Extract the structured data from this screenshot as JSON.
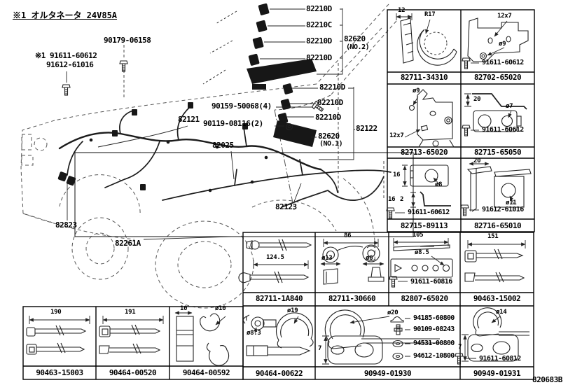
{
  "doc_code": "820683B",
  "colors": {
    "ink": "#111111",
    "background": "#ffffff"
  },
  "diagram": {
    "note": "※1 オルタネータ 24V85A",
    "labels": {
      "bolt_top": "90179-06158",
      "alt_bolt1": "※1 91611-60612",
      "alt_bolt2": "91612-61016",
      "conn1": "82210D",
      "conn2": "82210C",
      "conn3": "82210D",
      "conn4": "82210D",
      "grp2": "82620",
      "grp2_no": "(NO.2)",
      "conn5": "82210D",
      "conn6": "82210D",
      "conn7": "82210D",
      "grp1": "82620",
      "grp1_no": "(NO.1)",
      "harness_assy": "82122",
      "screw": "90159-50068(4)",
      "harness2": "82121",
      "bolt2": "90119-08116(2)",
      "wire": "82025",
      "pipe": "82123",
      "fender_conn": "82823",
      "panel": "82261A"
    }
  },
  "right_panel": {
    "rows": [
      {
        "cells": [
          {
            "part": "82711-34310",
            "d1": "12",
            "d2": "R17"
          },
          {
            "part": "82702-65020",
            "d1": "12x7",
            "d2": "ø9",
            "bolt": "91611-60612"
          }
        ]
      },
      {
        "cells": [
          {
            "part": "82713-65020",
            "d1": "ø9",
            "d2": "12x7"
          },
          {
            "part": "82715-65050",
            "d1": "20",
            "d2": "ø7",
            "bolt": "91611-60612"
          }
        ]
      },
      {
        "cells": [
          {
            "part": "82715-89113",
            "d1": "16",
            "d2": "ø8",
            "d3": "16",
            "d4": "2",
            "bolt": "91611-60612"
          },
          {
            "part": "82716-65010",
            "d1": "20",
            "d2": "ø11",
            "bolt": "91612-61016"
          }
        ]
      }
    ]
  },
  "mid_grid": {
    "cells": [
      {
        "part": "82711-1A840",
        "d1": "124.5"
      },
      {
        "part": "82711-30660",
        "d1": "86",
        "d2": "ø13",
        "d3": "ø6"
      },
      {
        "part": "82807-65020",
        "d1": "105",
        "d2": "ø8.5",
        "bolt": "91611-60816"
      },
      {
        "part": "90463-15002",
        "d1": "151"
      }
    ]
  },
  "bottom_left_grid": {
    "cells": [
      {
        "part": "90463-15003",
        "d1": "190"
      },
      {
        "part": "90464-00520",
        "d1": "191"
      },
      {
        "part": "90464-00592",
        "d1": "10",
        "d2": "ø10"
      }
    ]
  },
  "bottom_right_grid": {
    "cells": [
      {
        "part": "90464-00622",
        "d1": "ø19",
        "d2": "ø8.3"
      },
      {
        "part": "90949-01930",
        "d1": "ø20",
        "d2": "7",
        "fasteners": [
          "94185-60800",
          "90109-08243",
          "94531-00800",
          "94612-10800"
        ]
      },
      {
        "part": "90949-01931",
        "d1": "ø14",
        "d2": "7",
        "bolt": "91611-60812"
      }
    ]
  }
}
